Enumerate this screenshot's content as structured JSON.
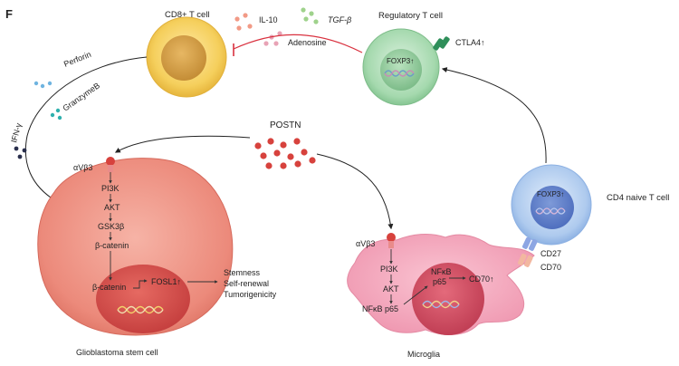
{
  "panel_letter": "F",
  "cells": {
    "cd8": "CD8+ T cell",
    "treg": "Regulatory T cell",
    "cd4": "CD4 naive T cell",
    "gsc": "Glioblastoma stem cell",
    "microglia": "Microglia"
  },
  "factors": {
    "il10": "IL-10",
    "tgfb": "TGF-β",
    "adenosine": "Adenosine",
    "perforin": "Perforin",
    "granzymeb": "GranzymeB",
    "ifng": "IFN-γ",
    "postn": "POSTN"
  },
  "treg_labels": {
    "foxp3": "FOXP3↑",
    "ctla4": "CTLA4↑"
  },
  "cd4_labels": {
    "foxp3": "FOXP3↑",
    "cd27": "CD27",
    "cd70": "CD70"
  },
  "gsc_pathway": {
    "receptor": "αVβ3",
    "steps": [
      "PI3K",
      "AKT",
      "GSK3β",
      "β-catenin"
    ],
    "nuclear": "β-catenin",
    "target": "FOSL1↑",
    "outcomes": [
      "Stemness",
      "Self-renewal",
      "Tumorigenicity"
    ]
  },
  "microglia_pathway": {
    "receptor": "αVβ3",
    "steps": [
      "PI3K",
      "AKT",
      "NFκB p65"
    ],
    "nuclear_top": "NFκB",
    "nuclear_bottom": "p65",
    "target": "CD70↑"
  },
  "colors": {
    "cd8": "#f3c94f",
    "treg": "#9fd6a9",
    "cd4": "#a9c7ec",
    "gsc": "#ec8f80",
    "microglia": "#f3a8bd",
    "postn": "#d7423d",
    "inhibit": "#d9313f"
  }
}
